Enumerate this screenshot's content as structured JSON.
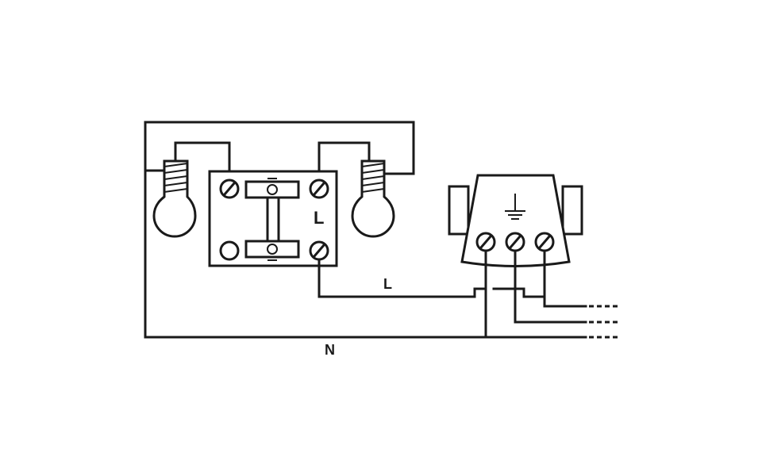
{
  "labels": {
    "switch_terminal": "L",
    "live_wire": "L",
    "neutral_wire": "N"
  },
  "colors": {
    "line": "#1a1a1a",
    "background": "#ffffff"
  }
}
